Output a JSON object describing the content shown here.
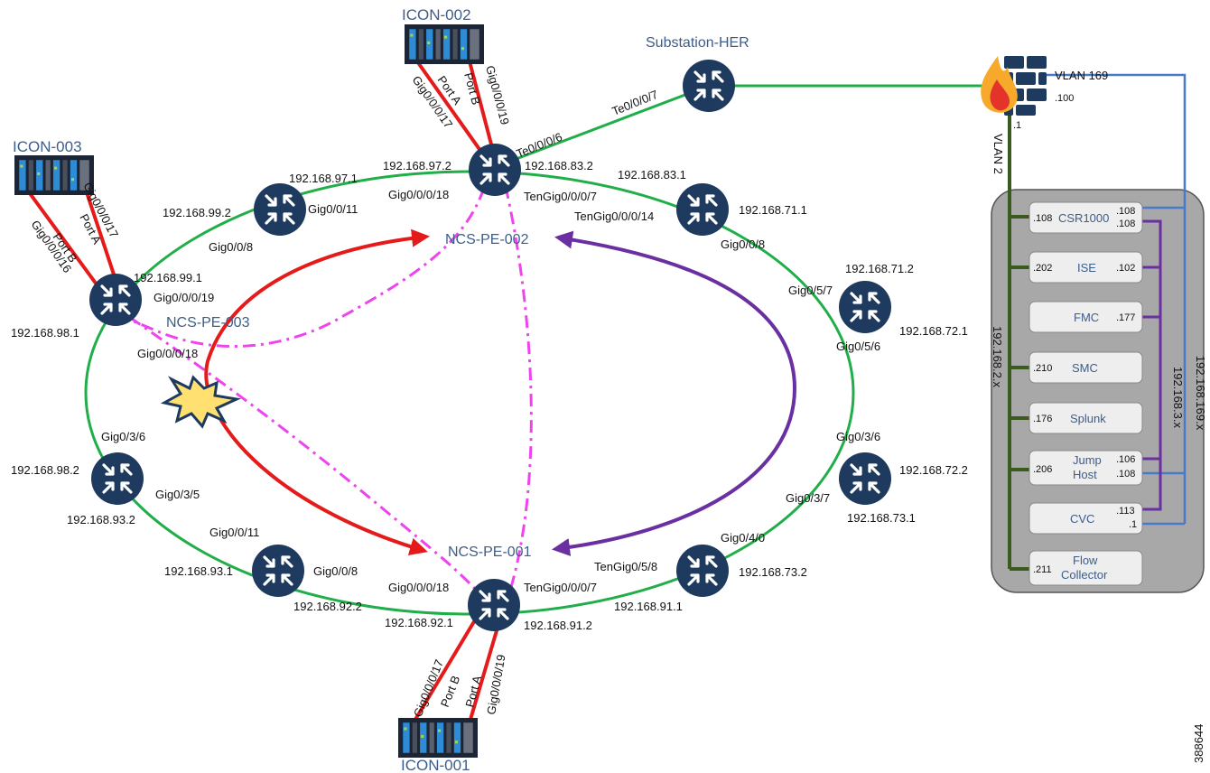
{
  "colors": {
    "ring": "#1fae48",
    "router": "#1e3a5f",
    "red_path": "#e51b1b",
    "purple_path": "#6a2fa0",
    "magenta_dash": "#ee44ee",
    "vlan2_line": "#3a5a1e",
    "blue_line": "#4a79c9",
    "purple_line": "#6a2fa0",
    "dc_box": "#a8a8a8"
  },
  "devices": {
    "icon_001": "ICON-001",
    "icon_002": "ICON-002",
    "icon_003": "ICON-003",
    "substation_her": "Substation-HER",
    "ncs_pe_001": "NCS-PE-001",
    "ncs_pe_002": "NCS-PE-002",
    "ncs_pe_003": "NCS-PE-003"
  },
  "firewall": {
    "vlan169": "VLAN 169",
    "vlan2": "VLAN 2",
    "ip100": ".100",
    "ip1": ".1"
  },
  "subnets": {
    "s2": "192.168.2.x",
    "s3": "192.168.3.x",
    "s169": "192.168.169.x"
  },
  "servers": [
    {
      "name": "CSR1000",
      "left": ".108",
      "right": ".108",
      "right2": ".108"
    },
    {
      "name": "ISE",
      "left": ".202",
      "right": ".102"
    },
    {
      "name": "FMC",
      "left": "",
      "right": ".177"
    },
    {
      "name": "SMC",
      "left": ".210",
      "right": ""
    },
    {
      "name": "Splunk",
      "left": ".176",
      "right": ""
    },
    {
      "name": "Jump",
      "name2": "Host",
      "left": ".206",
      "right": ".106",
      "right2": ".108"
    },
    {
      "name": "CVC",
      "left": "",
      "right": ".113",
      "right2": ".1"
    },
    {
      "name": "Flow",
      "name2": "Collector",
      "left": ".211",
      "right": ""
    }
  ],
  "labels": {
    "pe002_te6": "Te0/0/0/6",
    "her_te7": "Te0/0/0/7",
    "icon002_g17": "Gig0/0/0/17",
    "icon002_pa": "Port A",
    "icon002_pb": "Port B",
    "icon002_g19": "Gig0/0/0/19",
    "pe002_ip972": "192.168.97.2",
    "pe002_ip832": "192.168.83.2",
    "pe002_g18": "Gig0/0/0/18",
    "pe002_ten7": "TenGig0/0/0/7",
    "r1_ip971": "192.168.97.1",
    "r1_ip992": "192.168.99.2",
    "r1_g11": "Gig0/0/11",
    "r1_g8": "Gig0/0/8",
    "r2_ip831": "192.168.83.1",
    "r2_ten14": "TenGig0/0/0/14",
    "r2_ip711": "192.168.71.1",
    "r2_g8": "Gig0/0/8",
    "icon003_g17": "Gig0/0/0/17",
    "icon003_pa": "Port A",
    "icon003_pb": "Port B",
    "icon003_g16": "Gig0/0/0/16",
    "pe003_ip991": "192.168.99.1",
    "pe003_g19": "Gig0/0/0/19",
    "pe003_ip981": "192.168.98.1",
    "pe003_g18": "Gig0/0/0/18",
    "r3_ip712": "192.168.71.2",
    "r3_g57": "Gig0/5/7",
    "r3_g56": "Gig0/5/6",
    "r3_ip721": "192.168.72.1",
    "r4_g36": "Gig0/3/6",
    "r4_ip982": "192.168.98.2",
    "r4_g35": "Gig0/3/5",
    "r4_ip932": "192.168.93.2",
    "r5_g36": "Gig0/3/6",
    "r5_ip722": "192.168.72.2",
    "r5_g37": "Gig0/3/7",
    "r5_ip731": "192.168.73.1",
    "r6_g11": "Gig0/0/11",
    "r6_ip931": "192.168.93.1",
    "r6_g8": "Gig0/0/8",
    "r6_ip922": "192.168.92.2",
    "r7_g40": "Gig0/4/0",
    "r7_ten58": "TenGig0/5/8",
    "r7_ip732": "192.168.73.2",
    "r7_ip911": "192.168.91.1",
    "pe001_g18": "Gig0/0/0/18",
    "pe001_ten7": "TenGig0/0/0/7",
    "pe001_ip921": "192.168.92.1",
    "pe001_ip912": "192.168.91.2",
    "icon001_g17": "Gig0/0/0/17",
    "icon001_pb": "Port B",
    "icon001_pa": "Port A",
    "icon001_g19": "Gig0/0/0/19",
    "figure_id": "388644"
  }
}
